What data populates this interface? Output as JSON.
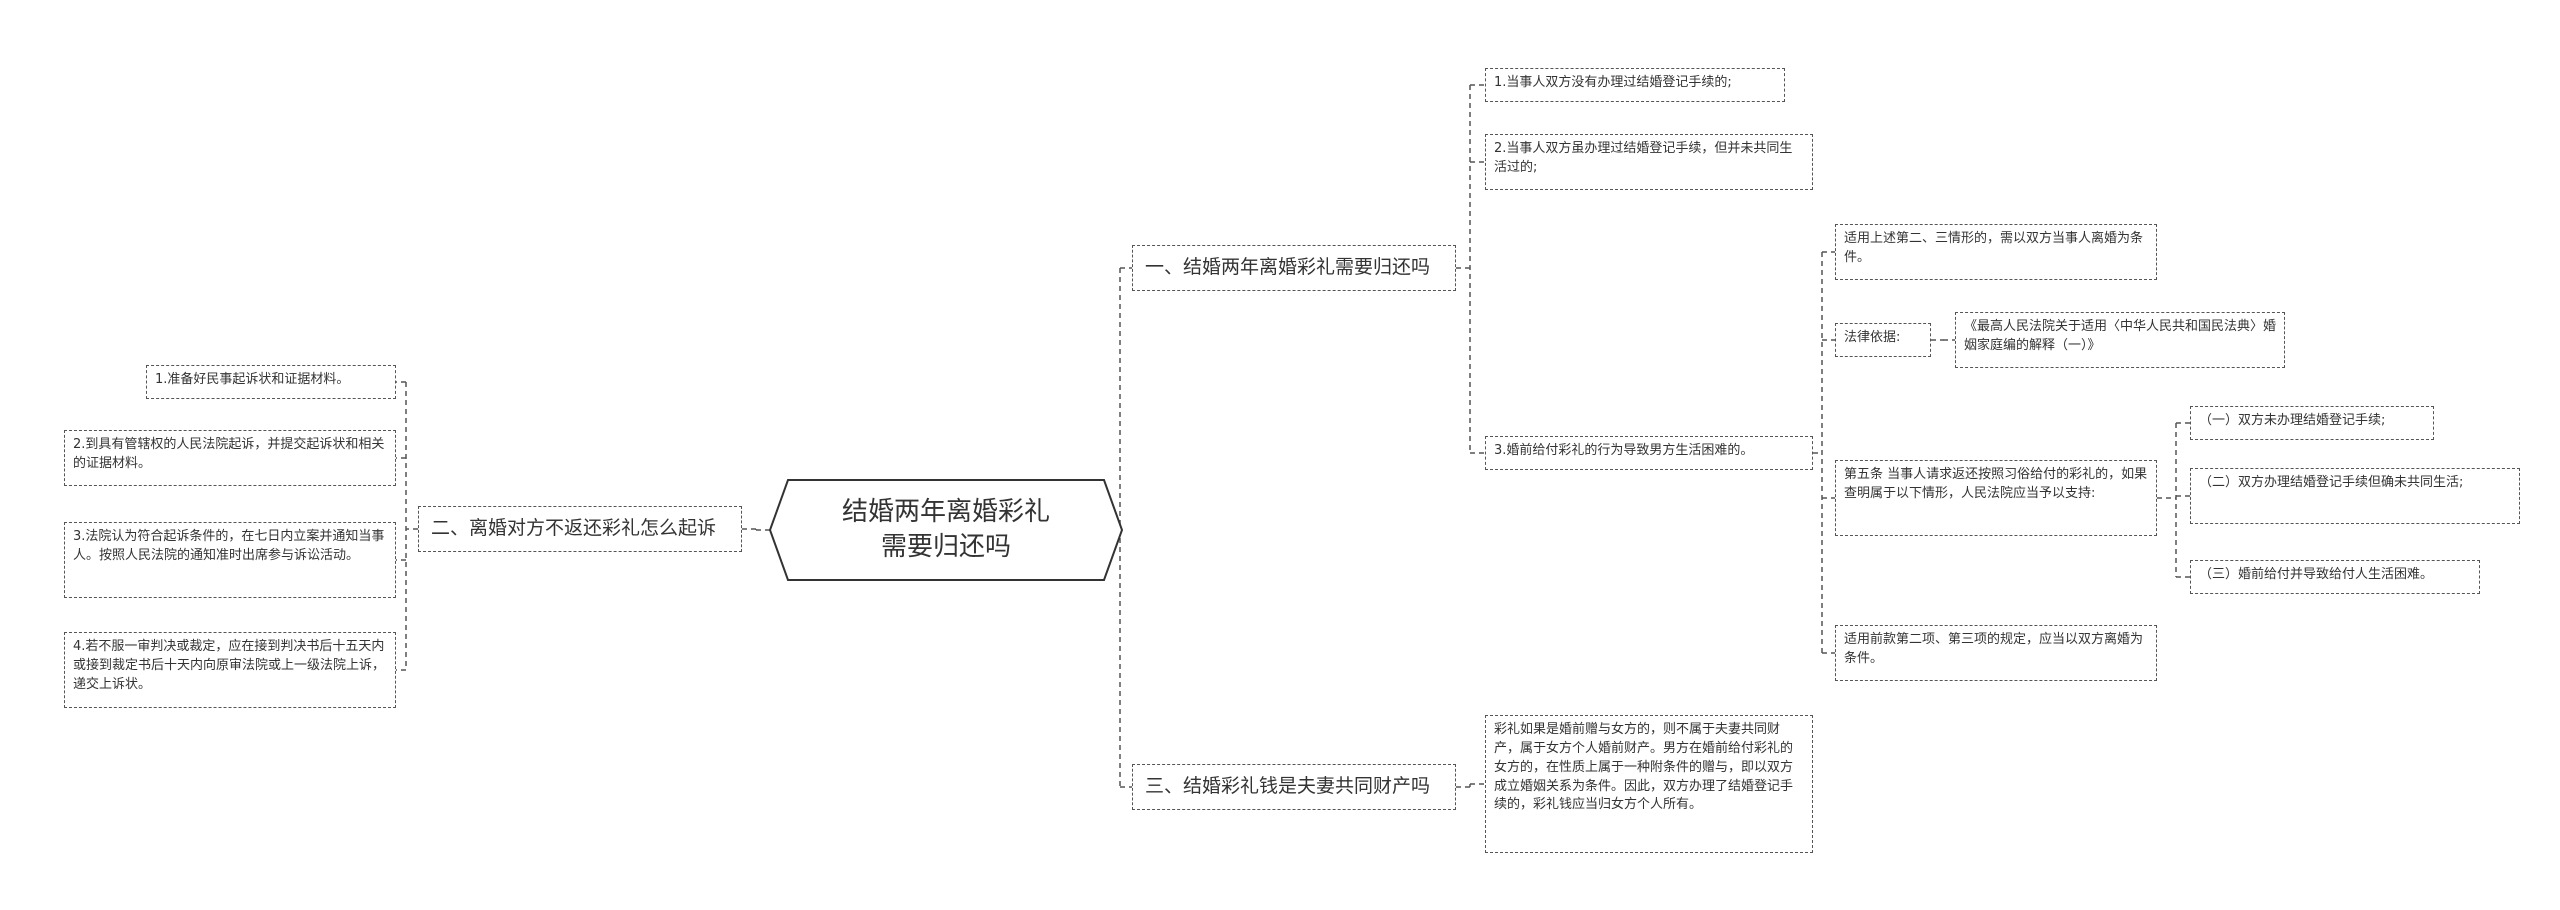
{
  "root": {
    "title": "结婚两年离婚彩礼需要归还吗"
  },
  "branches": [
    {
      "label": "一、结婚两年离婚彩礼需要归还吗",
      "children": [
        {
          "text": "1.当事人双方没有办理过结婚登记手续的;"
        },
        {
          "text": "2.当事人双方虽办理过结婚登记手续，但并未共同生活过的;"
        },
        {
          "text": "3.婚前给付彩礼的行为导致男方生活困难的。",
          "children": [
            {
              "text": "适用上述第二、三情形的，需以双方当事人离婚为条件。"
            },
            {
              "text": "法律依据:",
              "children": [
                {
                  "text": "《最高人民法院关于适用〈中华人民共和国民法典〉婚姻家庭编的解释（一）》"
                }
              ]
            },
            {
              "text": "第五条 当事人请求返还按照习俗给付的彩礼的，如果查明属于以下情形，人民法院应当予以支持:",
              "children": [
                {
                  "text": "（一）双方未办理结婚登记手续;"
                },
                {
                  "text": "（二）双方办理结婚登记手续但确未共同生活;"
                },
                {
                  "text": "（三）婚前给付并导致给付人生活困难。"
                }
              ]
            },
            {
              "text": "适用前款第二项、第三项的规定，应当以双方离婚为条件。"
            }
          ]
        }
      ]
    },
    {
      "label": "二、离婚对方不返还彩礼怎么起诉",
      "children": [
        {
          "text": "1.准备好民事起诉状和证据材料。"
        },
        {
          "text": "2.到具有管辖权的人民法院起诉，并提交起诉状和相关的证据材料。"
        },
        {
          "text": "3.法院认为符合起诉条件的，在七日内立案并通知当事人。按照人民法院的通知准时出席参与诉讼活动。"
        },
        {
          "text": "4.若不服一审判决或裁定，应在接到判决书后十五天内或接到裁定书后十天内向原审法院或上一级法院上诉，递交上诉状。"
        }
      ]
    },
    {
      "label": "三、结婚彩礼钱是夫妻共同财产吗",
      "children": [
        {
          "text": "彩礼如果是婚前赠与女方的，则不属于夫妻共同财产，属于女方个人婚前财产。男方在婚前给付彩礼的女方的，在性质上属于一种附条件的赠与，即以双方成立婚姻关系为条件。因此，双方办理了结婚登记手续的，彩礼钱应当归女方个人所有。"
        }
      ]
    }
  ],
  "colors": {
    "line": "#555555",
    "text": "#333333",
    "background": "#ffffff"
  }
}
